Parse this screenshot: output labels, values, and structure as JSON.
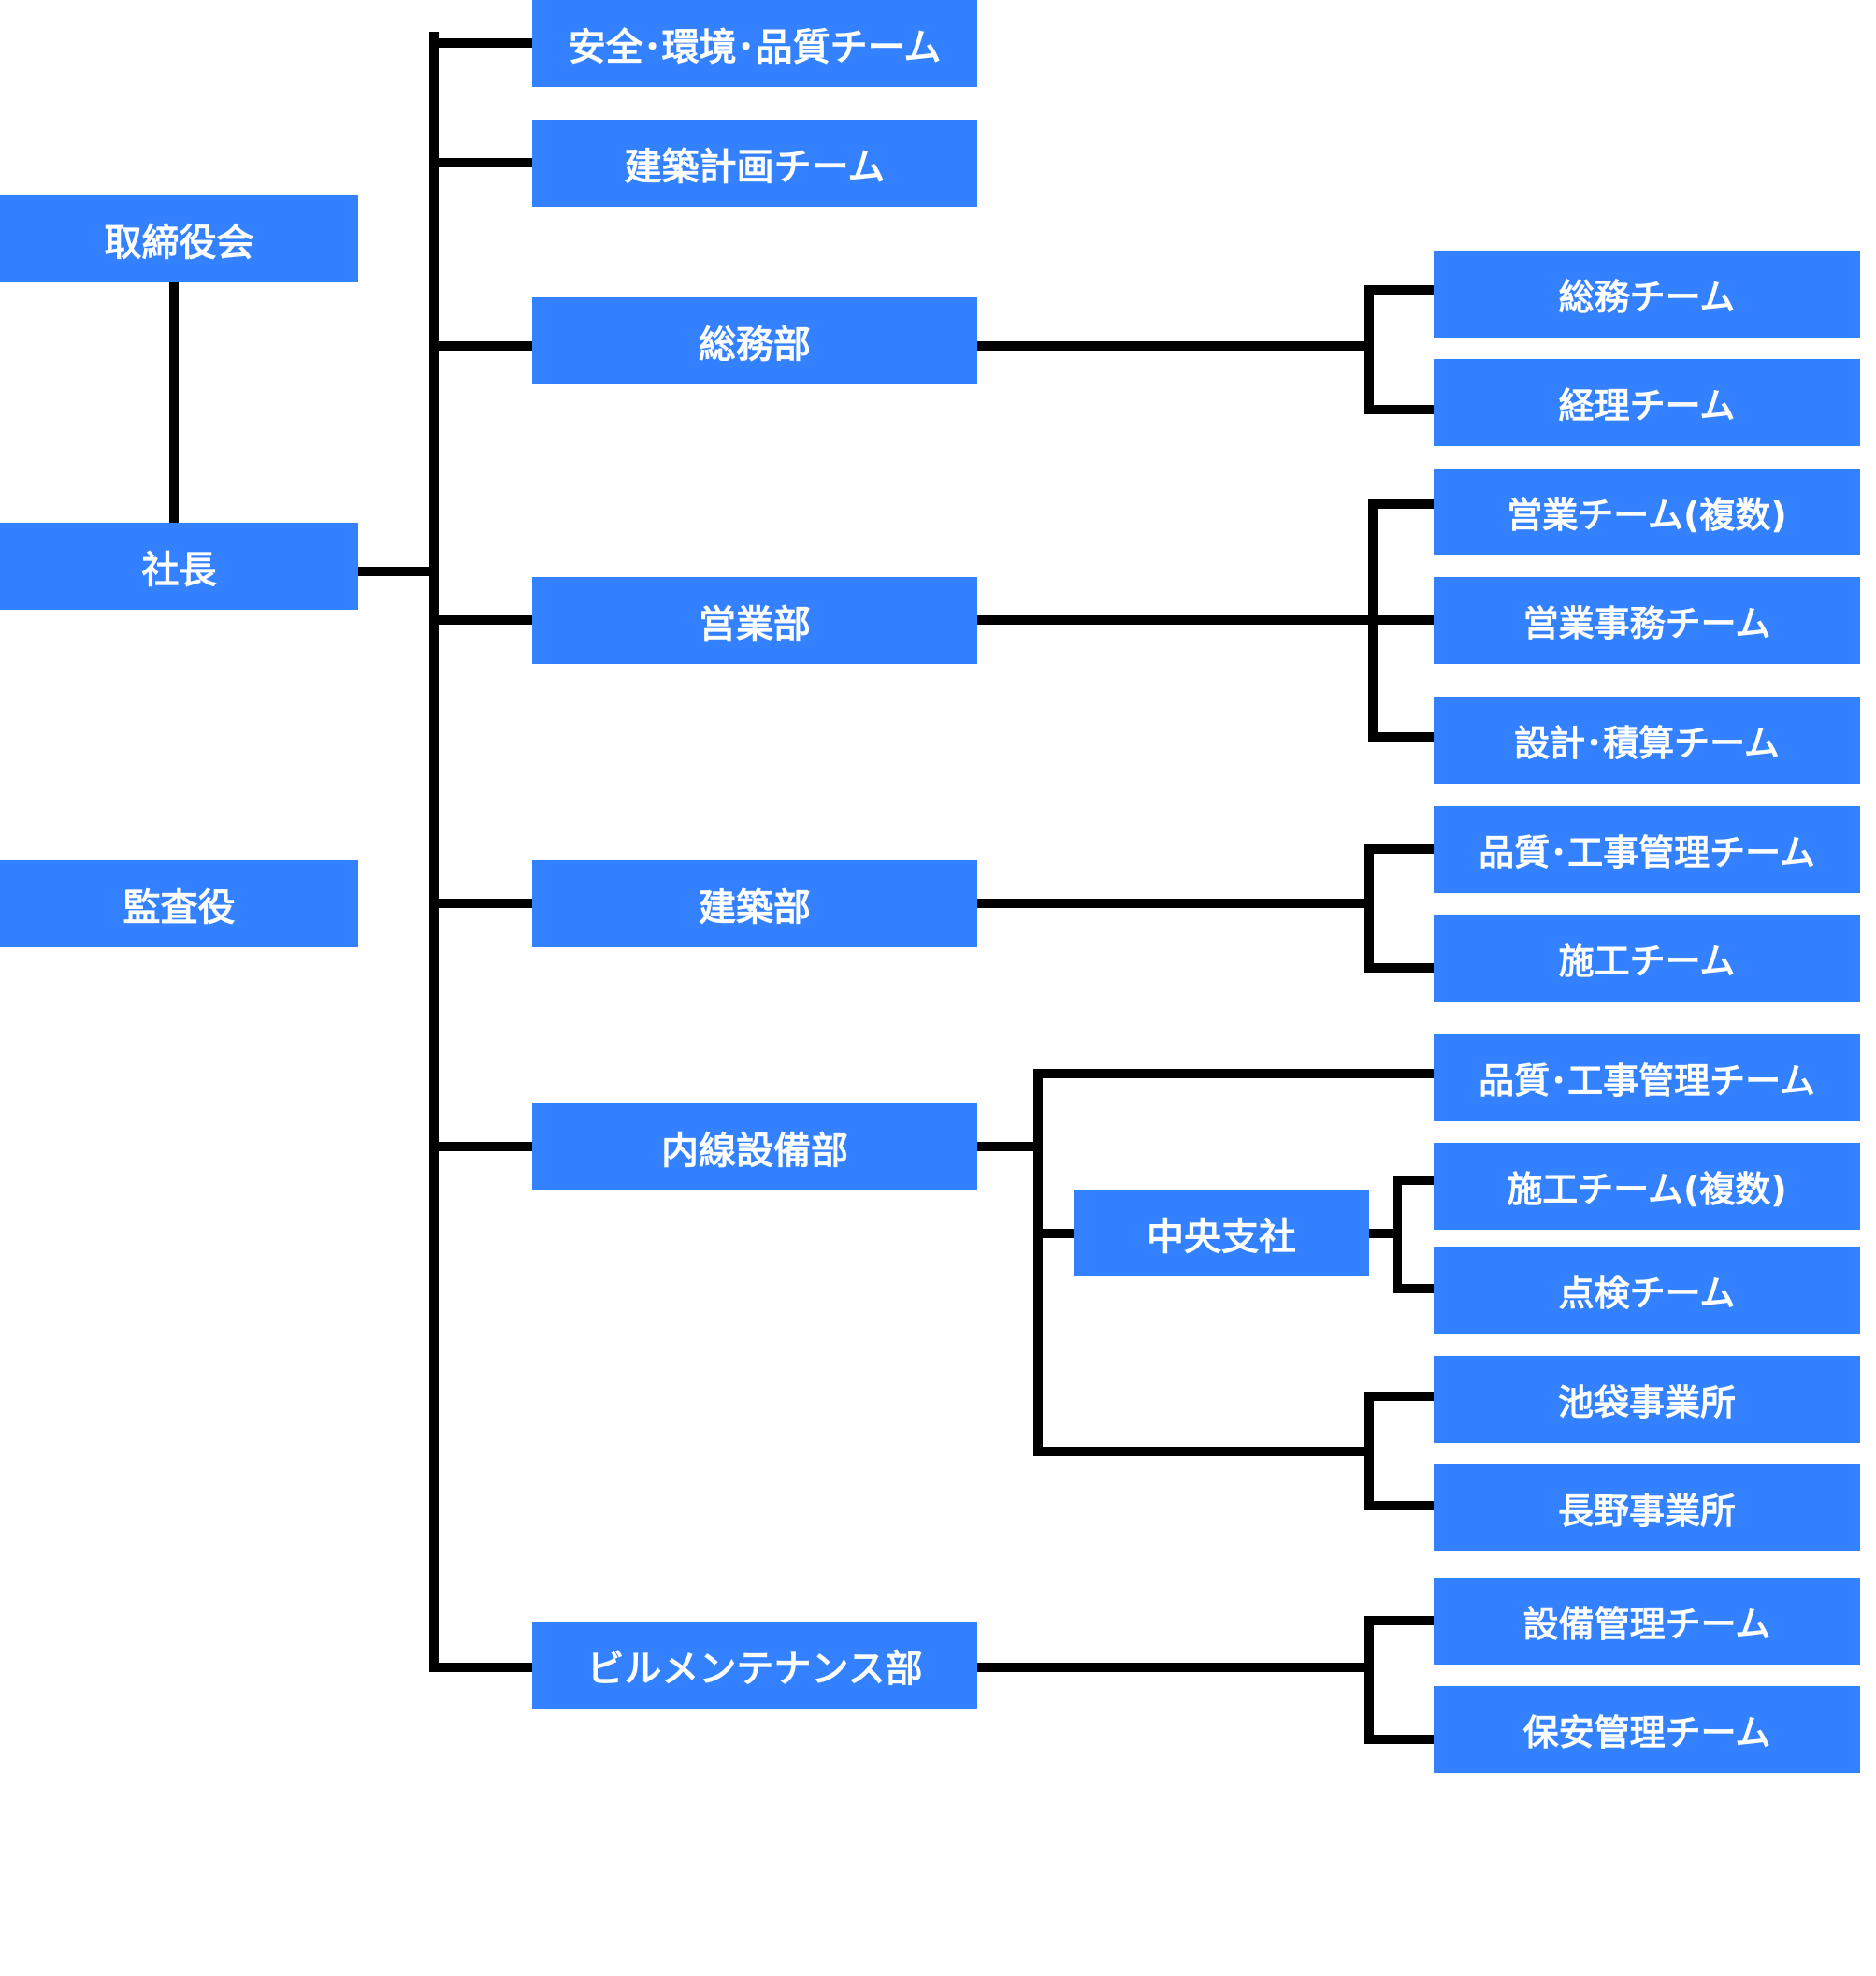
{
  "colors": {
    "box_fill": "#3381ff",
    "box_text": "#ffffff",
    "line": "#000000"
  },
  "executive": {
    "board": "取締役会",
    "president": "社長",
    "auditor": "監査役"
  },
  "departments": {
    "safety_team": "安全･環境･品質チーム",
    "planning_team": "建築計画チーム",
    "general_affairs": "総務部",
    "sales": "営業部",
    "construction": "建築部",
    "electrical": "内線設備部",
    "building_maintenance": "ビルメンテナンス部"
  },
  "teams": {
    "general_affairs_team": "総務チーム",
    "accounting_team": "経理チーム",
    "sales_teams": "営業チーム(複数)",
    "sales_admin_team": "営業事務チーム",
    "design_estimate_team": "設計･積算チーム",
    "construction_quality_team": "品質･工事管理チーム",
    "construction_works_team": "施工チーム",
    "electrical_quality_team": "品質･工事管理チーム",
    "electrical_works_teams": "施工チーム(複数)",
    "inspection_team": "点検チーム",
    "ikebukuro_office": "池袋事業所",
    "nagano_office": "長野事業所",
    "facility_mgmt_team": "設備管理チーム",
    "security_mgmt_team": "保安管理チーム"
  },
  "branch": {
    "central_branch": "中央支社"
  }
}
